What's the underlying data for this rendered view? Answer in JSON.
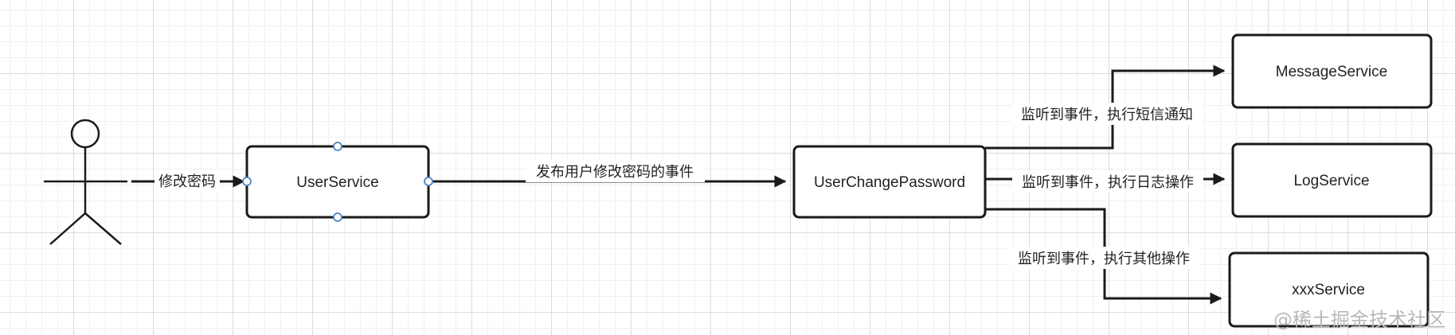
{
  "nodes": {
    "user_service": "UserService",
    "user_change_password": "UserChangePassword",
    "message_service": "MessageService",
    "log_service": "LogService",
    "xxx_service": "xxxService"
  },
  "edges": {
    "change_password": "修改密码",
    "publish_event": "发布用户修改密码的事件",
    "sms_notify": "监听到事件，执行短信通知",
    "log_operation": "监听到事件，执行日志操作",
    "other_operation": "监听到事件，执行其他操作"
  },
  "watermark": "@稀土掘金技术社区"
}
